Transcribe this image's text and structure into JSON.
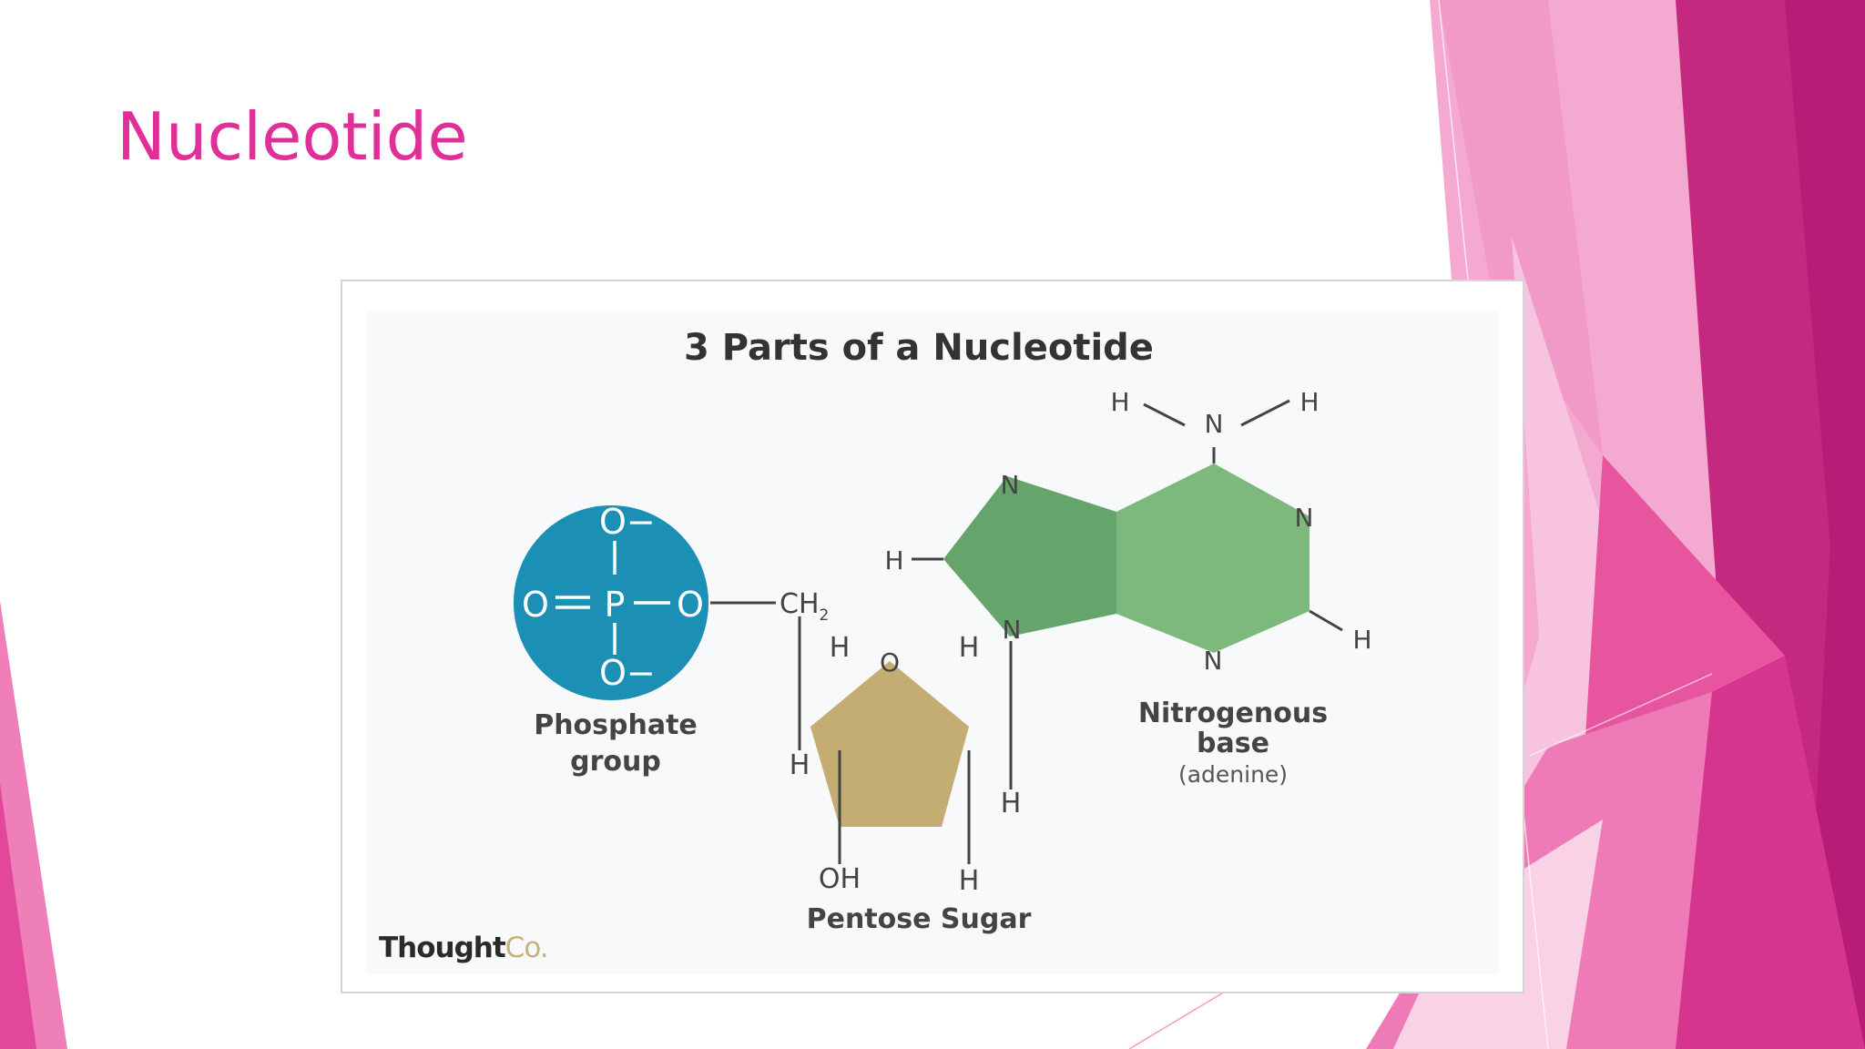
{
  "slide": {
    "title": "Nucleotide",
    "accent_color": "#e02f99"
  },
  "figure": {
    "title": "3 Parts of a Nucleotide",
    "credit": {
      "part1": "Thought",
      "part2": "Co."
    },
    "phosphate": {
      "color": "#1b8fb4",
      "o_top": "O−",
      "o_bottom": "O−",
      "o_left": "O",
      "p": "P",
      "o_right": "O",
      "label_line1": "Phosphate",
      "label_line2": "group"
    },
    "sugar": {
      "color": "#c4ad73",
      "ch2": "CH",
      "ch2_sub": "2",
      "o": "O",
      "h_left_inner": "H",
      "h_right_inner": "H",
      "h_left_outer": "H",
      "h_right_outer": "H",
      "oh": "OH",
      "h_bottom": "H",
      "label": "Pentose Sugar"
    },
    "base": {
      "color_five_ring": "#65a56b",
      "color_six_ring": "#7db97d",
      "h_amine_left": "H",
      "n_amine": "N",
      "h_amine_right": "H",
      "n_top": "N",
      "n_right": "N",
      "n_bottom": "N",
      "n_glycosidic": "N",
      "h_five_ring": "H",
      "h_six_ring": "H",
      "label_line1": "Nitrogenous",
      "label_line2": "base",
      "label_line3": "(adenine)"
    }
  }
}
